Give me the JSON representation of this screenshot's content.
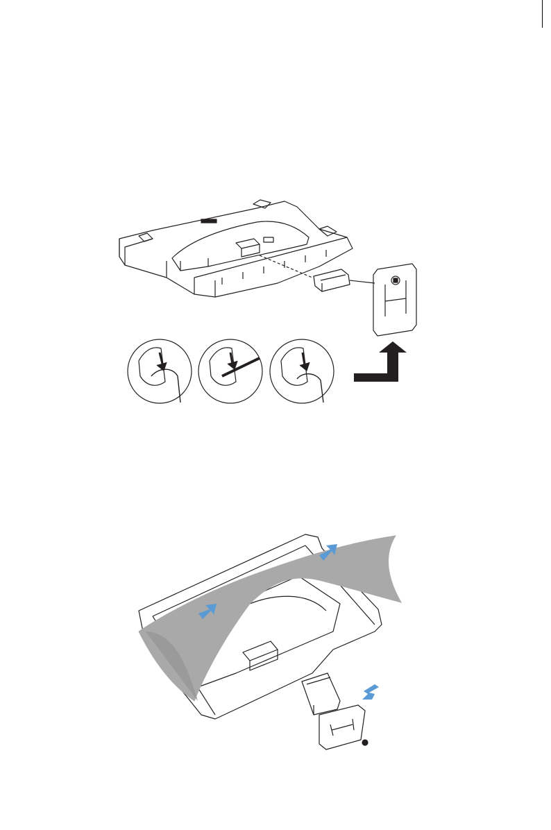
{
  "page": {
    "figures": [
      {
        "id": "fig-top",
        "content": "monitor-removal-diagram"
      },
      {
        "id": "fig-bottom",
        "content": "vesa-bracket-install-diagram"
      }
    ],
    "icons": [
      "arrow-up-right-icon",
      "blue-arrow-icon"
    ],
    "colors": {
      "line": "#231f20",
      "foam": "#ffffff",
      "sheet": "#a9a9a9",
      "arrow_blue": "#5b9bd5",
      "arrow_black": "#231f20"
    }
  }
}
